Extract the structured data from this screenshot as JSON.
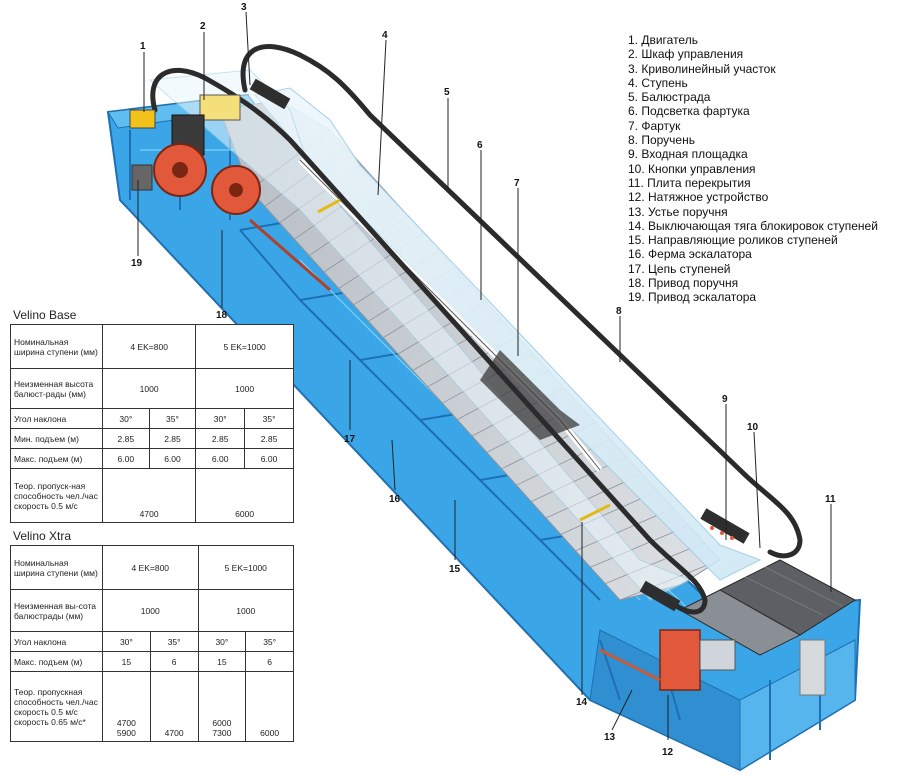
{
  "colors": {
    "truss": "#3aa6e8",
    "truss_dark": "#1f6fb2",
    "glass": "#dff1fa",
    "step": "#c9ced3",
    "handrail": "#2b2b2b",
    "motor": "#e2583a",
    "floor_plate": "#5c5f63"
  },
  "callouts": [
    {
      "num": "1"
    },
    {
      "num": "2"
    },
    {
      "num": "3"
    },
    {
      "num": "4"
    },
    {
      "num": "5"
    },
    {
      "num": "6"
    },
    {
      "num": "7"
    },
    {
      "num": "8"
    },
    {
      "num": "9"
    },
    {
      "num": "10"
    },
    {
      "num": "11"
    },
    {
      "num": "12"
    },
    {
      "num": "13"
    },
    {
      "num": "14"
    },
    {
      "num": "15"
    },
    {
      "num": "16"
    },
    {
      "num": "17"
    },
    {
      "num": "18"
    },
    {
      "num": "19"
    }
  ],
  "legend": [
    "1. Двигатель",
    "2. Шкаф управления",
    "3. Криволинейный участок",
    "4. Ступень",
    "5. Балюстрада",
    "6. Подсветка  фартука",
    "7. Фартук",
    "8. Поручень",
    "9. Входная площадка",
    "10. Кнопки управления",
    "11. Плита перекрытия",
    "12. Натяжное устройство",
    "13. Устье поручня",
    "14. Выключающая тяга блокировок ступеней",
    "15. Направляющие роликов ступеней",
    "16. Ферма эскалатора",
    "17. Цепь ступеней",
    "18. Привод поручня",
    "19. Привод эскалатора"
  ],
  "base": {
    "title": "Velino Base",
    "width_label": "Номинальная ширина ступени (мм)",
    "width_a": "4 EK=800",
    "width_b": "5 EK=1000",
    "balustrade_label": "Неизменная высота балюст-рады (мм)",
    "balustrade_a": "1000",
    "balustrade_b": "1000",
    "angle_label": "Угол наклона",
    "angle": [
      "30°",
      "35°",
      "30°",
      "35°"
    ],
    "min_rise_label": "Мин. подъем (м)",
    "min_rise": [
      "2.85",
      "2.85",
      "2.85",
      "2.85"
    ],
    "max_rise_label": "Макс. подъем (м)",
    "max_rise": [
      "6.00",
      "6.00",
      "6.00",
      "6.00"
    ],
    "capacity_label": "Теор. пропуск-ная способность чел./час скорость 0.5 м/с",
    "capacity_a": "4700",
    "capacity_b": "6000"
  },
  "xtra": {
    "title": "Velino Xtra",
    "width_label": "Номинальная ширина ступени (мм)",
    "width_a": "4 EK=800",
    "width_b": "5 EK=1000",
    "balustrade_label": "Неизменная вы-сота балюстрады (мм)",
    "balustrade_a": "1000",
    "balustrade_b": "1000",
    "angle_label": "Угол наклона",
    "angle": [
      "30°",
      "35°",
      "30°",
      "35°"
    ],
    "max_rise_label": "Макс. подъем (м)",
    "max_rise": [
      "15",
      "6",
      "15",
      "6"
    ],
    "capacity_label": "Теор. пропускная способность чел./час скорость 0.5 м/с скорость 0.65 м/с*",
    "capacity": [
      "4700",
      "5900",
      "4700",
      "6000",
      "7300",
      "6000"
    ]
  }
}
